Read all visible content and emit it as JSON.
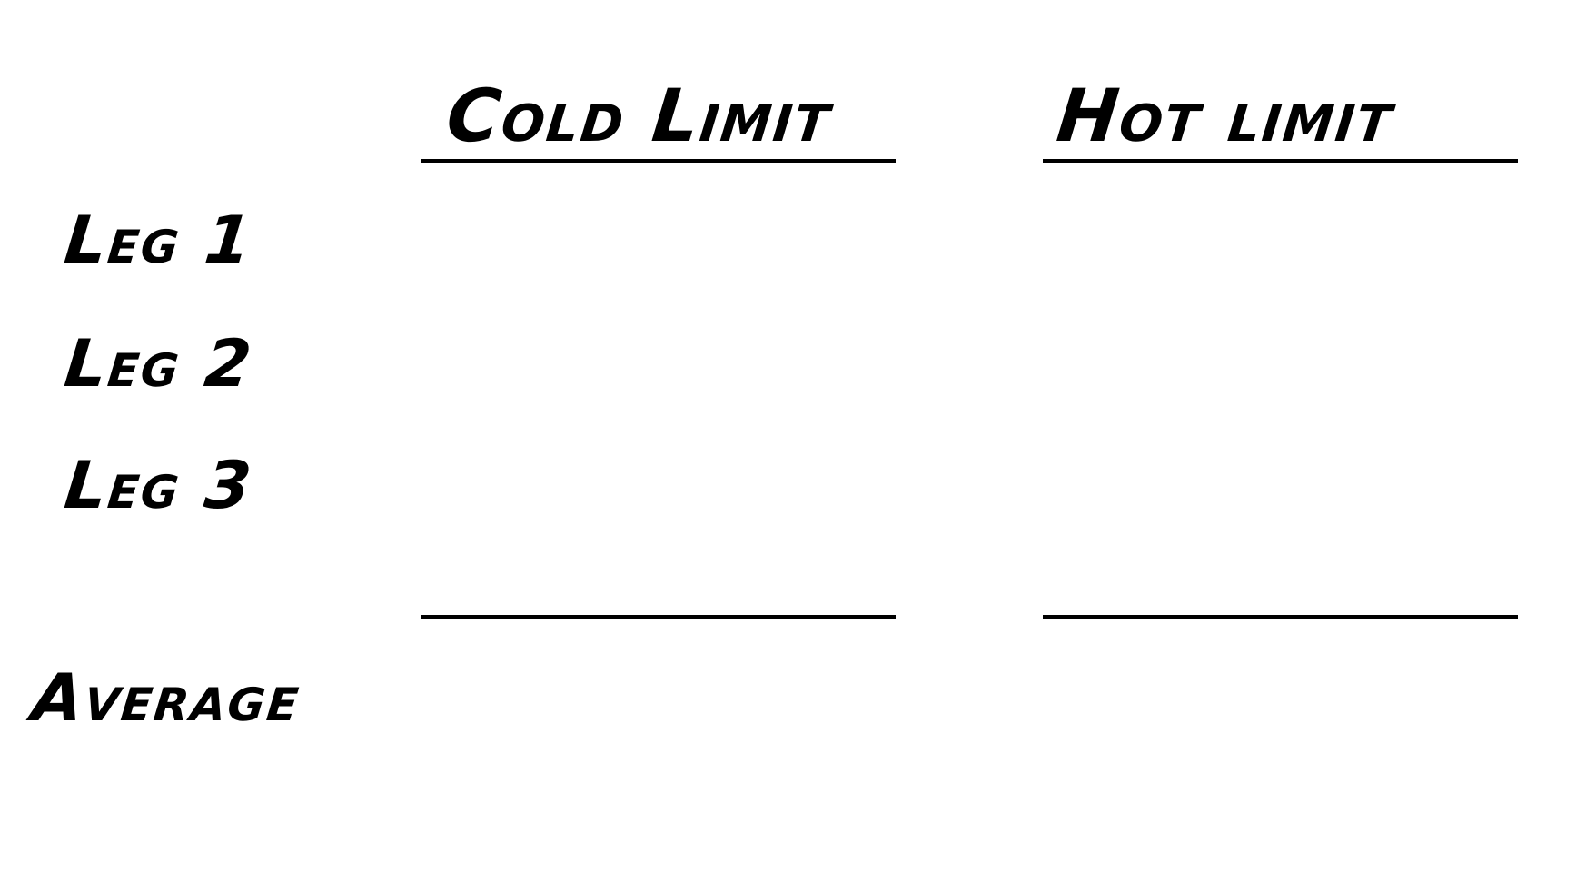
{
  "columns": {
    "cold_limit": "Cold Limit",
    "hot_limit": "Hot limit"
  },
  "rows": {
    "leg1": "Leg 1",
    "leg2": "Leg 2",
    "leg3": "Leg 3",
    "average": "Average"
  },
  "colors": {
    "ink": "#000000",
    "paper": "#ffffff"
  }
}
